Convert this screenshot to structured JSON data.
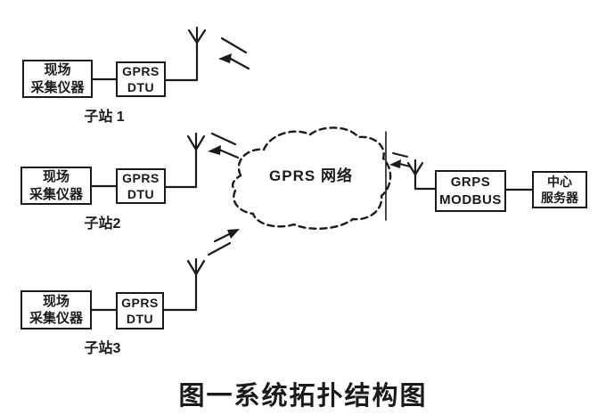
{
  "figure": {
    "title": "图一系统拓扑结构图"
  },
  "cloud": {
    "label": "GPRS 网络"
  },
  "substations": [
    {
      "instrument_line1": "现场",
      "instrument_line2": "采集仪器",
      "dtu_line1": "GPRS",
      "dtu_line2": "DTU",
      "name": "子站 1"
    },
    {
      "instrument_line1": "现场",
      "instrument_line2": "采集仪器",
      "dtu_line1": "GPRS",
      "dtu_line2": "DTU",
      "name": "子站2"
    },
    {
      "instrument_line1": "现场",
      "instrument_line2": "采集仪器",
      "dtu_line1": "GPRS",
      "dtu_line2": "DTU",
      "name": "子站3"
    }
  ],
  "gateway": {
    "line1": "GRPS",
    "line2": "MODBUS"
  },
  "server": {
    "line1": "中心",
    "line2": "服务器"
  },
  "icons": {
    "antenna": "antenna-icon",
    "radio_wave": "radio-wave-arrow-icon",
    "cloud": "network-cloud-outline",
    "boundary": "network-boundary-line"
  },
  "colors": {
    "ink": "#1a1a1a",
    "background": "#ffffff"
  }
}
